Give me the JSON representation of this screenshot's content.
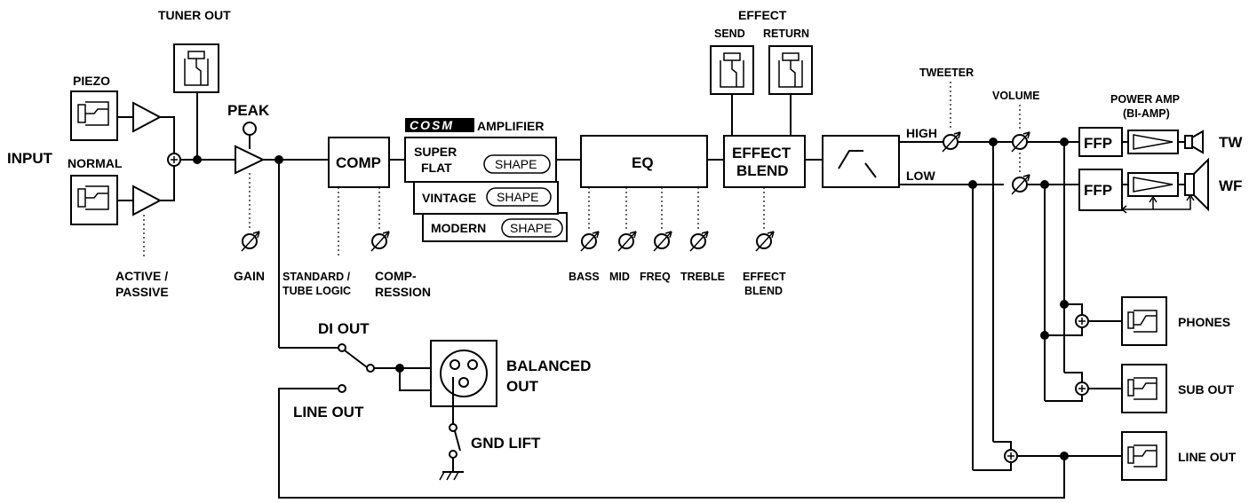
{
  "labels": {
    "input": "INPUT",
    "piezo": "PIEZO",
    "normal": "NORMAL",
    "tuner_out": "TUNER OUT",
    "peak": "PEAK",
    "active_passive_1": "ACTIVE /",
    "active_passive_2": "PASSIVE",
    "gain": "GAIN",
    "comp": "COMP",
    "standard_1": "STANDARD /",
    "standard_2": "TUBE LOGIC",
    "compression_1": "COMP-",
    "compression_2": "RESSION",
    "cosm": "COSM",
    "amplifier": "AMPLIFIER",
    "super_flat_1": "SUPER",
    "super_flat_2": "FLAT",
    "vintage": "VINTAGE",
    "modern": "MODERN",
    "shape": "SHAPE",
    "eq": "EQ",
    "bass": "BASS",
    "mid": "MID",
    "freq": "FREQ",
    "treble": "TREBLE",
    "effect": "EFFECT",
    "send": "SEND",
    "return": "RETURN",
    "effect_blend_1": "EFFECT",
    "effect_blend_2": "BLEND",
    "tweeter": "TWEETER",
    "high": "HIGH",
    "low": "LOW",
    "volume": "VOLUME",
    "power_amp_1": "POWER AMP",
    "power_amp_2": "(BI-AMP)",
    "ffp": "FFP",
    "tw": "TW",
    "wf": "WF",
    "phones": "PHONES",
    "sub_out": "SUB OUT",
    "line_out_right": "LINE OUT",
    "di_out": "DI OUT",
    "line_out_left": "LINE OUT",
    "balanced_1": "BALANCED",
    "balanced_2": "OUT",
    "gnd_lift": "GND LIFT"
  }
}
